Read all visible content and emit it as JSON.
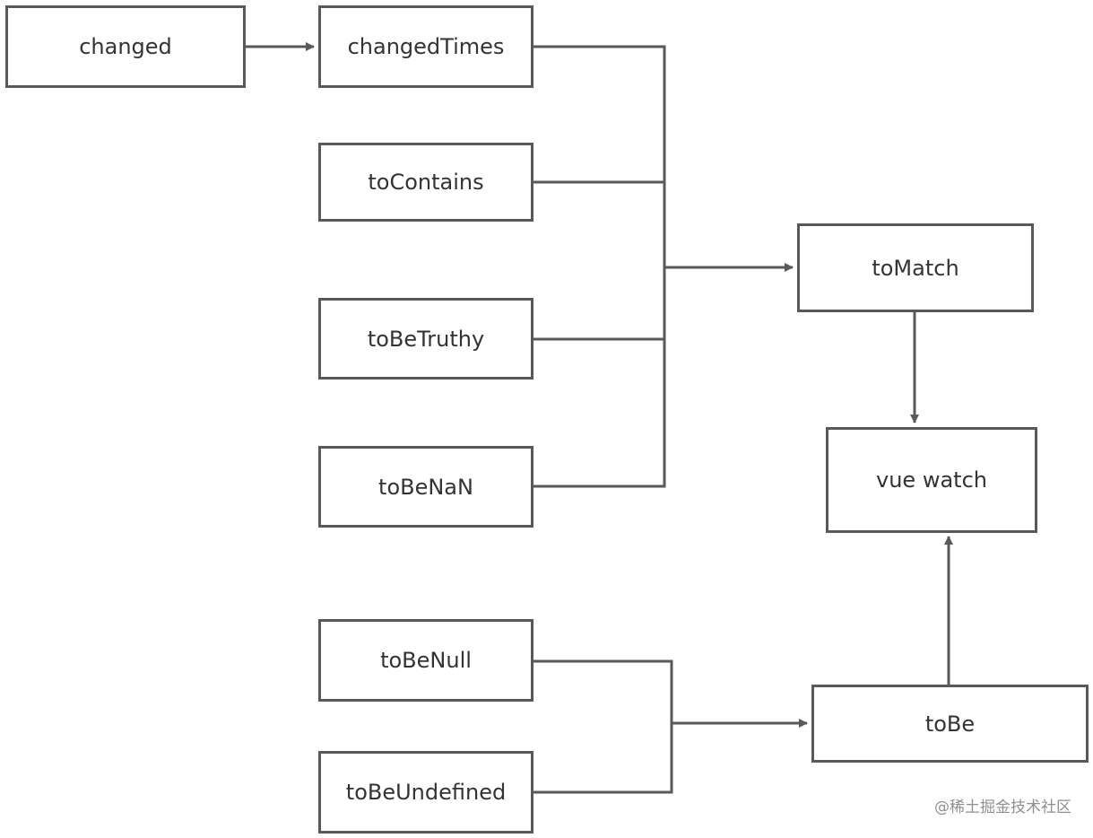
{
  "colors": {
    "stroke": "#595959",
    "text": "#333333",
    "watermark": "#8f8f8f"
  },
  "nodes": {
    "changed": "changed",
    "changedTimes": "changedTimes",
    "toContains": "toContains",
    "toBeTruthy": "toBeTruthy",
    "toBeNaN": "toBeNaN",
    "toMatch": "toMatch",
    "vueWatch": "vue watch",
    "toBeNull": "toBeNull",
    "toBeUndefined": "toBeUndefined",
    "toBe": "toBe"
  },
  "watermark": "@稀土掘金技术社区"
}
